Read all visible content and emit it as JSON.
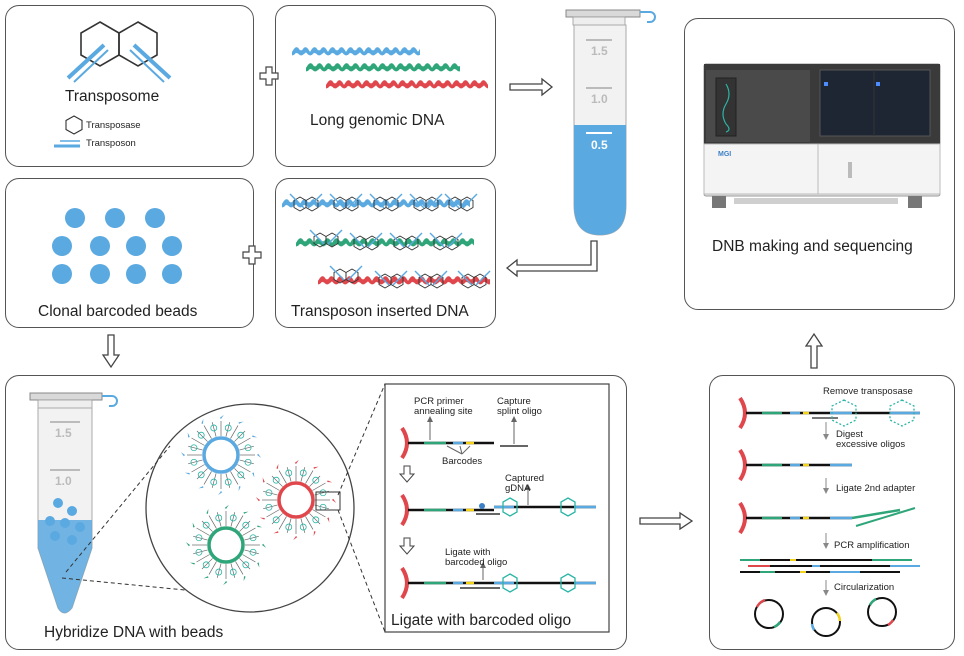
{
  "panels": {
    "transposome": {
      "title": "Transposome",
      "legend_transposase": "Transposase",
      "legend_transposon": "Transposon"
    },
    "genomic": {
      "title": "Long genomic DNA"
    },
    "beads": {
      "title": "Clonal barcoded beads"
    },
    "inserted": {
      "title": "Transposon inserted DNA"
    },
    "sequencing": {
      "title": "DNB making and sequencing",
      "instrument_logo": "MGI"
    },
    "hybridize": {
      "title": "Hybridize DNA with beads"
    },
    "ligate": {
      "title": "Ligate with barcoded oligo",
      "pcr_primer": [
        "PCR primer",
        "annealing site"
      ],
      "capture": [
        "Capture",
        "splint oligo"
      ],
      "barcodes": "Barcodes",
      "captured": [
        "Captured",
        "gDNA"
      ],
      "ligate_with": [
        "Ligate with",
        "barcoded oligo"
      ]
    },
    "steps": {
      "remove": "Remove transposase",
      "digest": [
        "Digest",
        "excessive oligos"
      ],
      "ligate2": "Ligate 2nd adapter",
      "pcr": "PCR amplification",
      "circ": "Circularization"
    }
  },
  "tube": {
    "marks": [
      "1.5",
      "1.0",
      "0.5"
    ]
  },
  "tube_small": {
    "marks": [
      "1.5",
      "1.0"
    ]
  },
  "colors": {
    "blue": "#5aa9e0",
    "green": "#2fa57a",
    "red": "#e0474c",
    "teal": "#2bb5a6",
    "yellow": "#f3d21b"
  }
}
